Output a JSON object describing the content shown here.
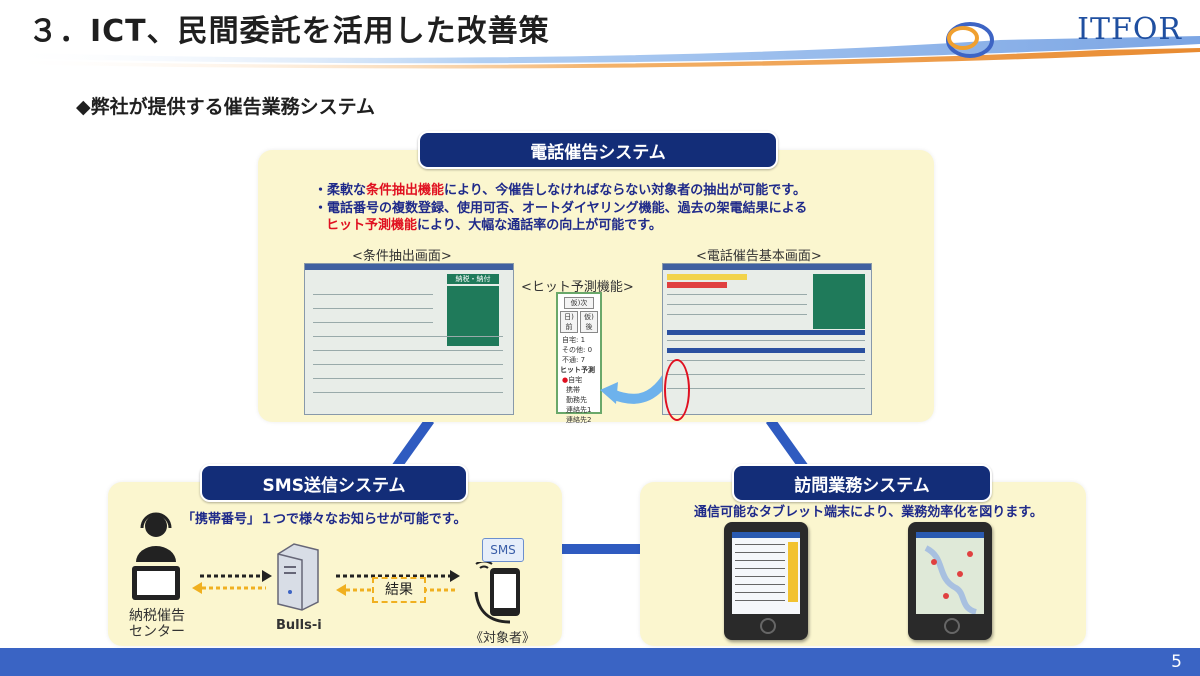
{
  "header": {
    "title": "３．ICT、民間委託を活用した改善策",
    "logo": "ITFOR",
    "subtitle": "◆弊社が提供する催告業務システム"
  },
  "phone_system": {
    "banner": "電話催告システム",
    "bullet1_pre": "・柔軟な",
    "bullet1_red": "条件抽出機能",
    "bullet1_post": "により、今催告しなければならない対象者の抽出が可能です。",
    "bullet2_line1": "・電話番号の複数登録、使用可否、オートダイヤリング機能、過去の架電結果による",
    "bullet2_red": "ヒット予測機能",
    "bullet2_post": "により、大幅な通話率の向上が可能です。",
    "caption_extract": "<条件抽出画面>",
    "caption_predict": "<ヒット予測機能>",
    "caption_basic": "<電話催告基本画面>",
    "extract_screen_header": "納税・納付",
    "hit_panel": {
      "buttons": [
        "仮)次",
        "日)前",
        "仮)後"
      ],
      "rows": [
        {
          "label": "自宅:",
          "value": "1"
        },
        {
          "label": "その他:",
          "value": "0"
        },
        {
          "label": "不通:",
          "value": "7"
        }
      ],
      "section": "ヒット予測",
      "options": [
        "自宅",
        "携帯",
        "勤務先",
        "連絡先1",
        "連絡先2"
      ]
    }
  },
  "sms_system": {
    "banner": "SMS送信システム",
    "desc": "「携帯番号」１つで様々なお知らせが可能です。",
    "left_label_line1": "納税催告",
    "left_label_line2": "センター",
    "server_label": "Bulls-i",
    "result_label": "結果",
    "sms_bubble": "SMS",
    "target_label": "《対象者》"
  },
  "visit_system": {
    "banner": "訪問業務システム",
    "desc": "通信可能なタブレット端末により、業務効率化を図ります。"
  },
  "footer": {
    "page_number": "5"
  },
  "colors": {
    "navy": "#132d78",
    "panel": "#fbf6cf",
    "accent_red": "#e01020",
    "footer": "#3a64c4",
    "connector": "#2f5bc0"
  }
}
